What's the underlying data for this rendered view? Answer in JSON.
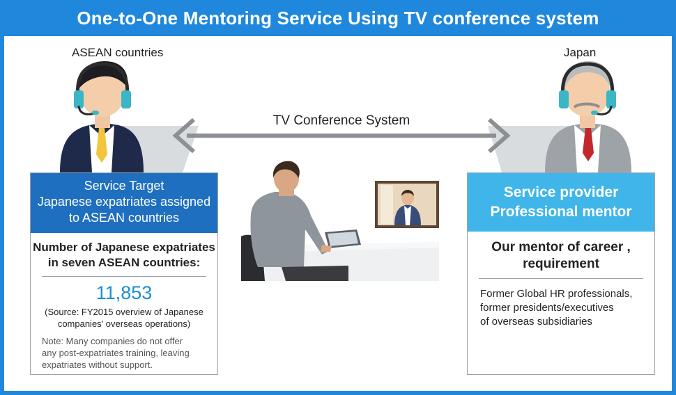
{
  "header": {
    "title": "One-to-One Mentoring Service Using TV conference system"
  },
  "labels": {
    "left_region": "ASEAN countries",
    "right_region": "Japan",
    "link": "TV Conference System"
  },
  "left_card": {
    "title_lines": [
      "Service Target",
      "Japanese expatriates assigned",
      "to ASEAN countries"
    ],
    "subtitle_lines": [
      "Number of Japanese expatriates",
      "in seven ASEAN countries:"
    ],
    "number": "11,853",
    "source_lines": [
      "(Source: FY2015 overview of Japanese",
      "companies' overseas operations)"
    ],
    "note_lines": [
      "Note: Many companies do not offer",
      "any post-expatriates training, leaving",
      "expatriates without support."
    ]
  },
  "right_card": {
    "title_lines": [
      "Service provider",
      "Professional mentor"
    ],
    "subtitle_lines": [
      "Our mentor of career ,",
      "requirement"
    ],
    "body_lines": [
      "Former Global HR professionals,",
      "former presidents/executives",
      "of overseas subsidiaries"
    ]
  },
  "colors": {
    "frame_blue": "#1f88dc",
    "left_card_blue": "#1f6fc1",
    "right_card_cyan": "#3fb5ea",
    "number_blue": "#1a8fd4",
    "arrow_gray": "#8c8f93",
    "headset_teal": "#3bb6c7"
  },
  "icons": [
    "operator-with-headset",
    "mentor-with-headset",
    "double-arrow",
    "person-at-desk-videocall",
    "tv-screen",
    "tablet"
  ]
}
